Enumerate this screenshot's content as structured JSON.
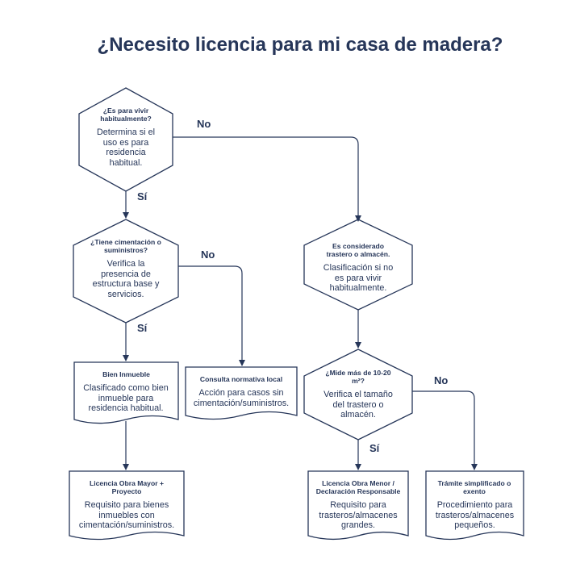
{
  "title": "¿Necesito licencia para mi casa de madera?",
  "nodes": {
    "q_habitual": {
      "title": "¿Es para vivir habitualmente?",
      "desc": "Determina si el uso es para residencia habitual."
    },
    "q_cimentacion": {
      "title": "¿Tiene cimentación o suministros?",
      "desc": "Verifica la presencia de estructura base y servicios."
    },
    "bien_inmueble": {
      "title": "Bien Inmueble",
      "desc": "Clasificado como bien inmueble para residencia habitual."
    },
    "consulta": {
      "title": "Consulta normativa local",
      "desc": "Acción para casos sin cimentación/suministros."
    },
    "obra_mayor": {
      "title": "Licencia Obra Mayor + Proyecto",
      "desc": "Requisito para bienes inmuebles con cimentación/suministros."
    },
    "trastero": {
      "title": "Es considerado trastero o almacén.",
      "desc": "Clasificación si no es para vivir habitualmente."
    },
    "q_metros": {
      "title": "¿Mide más de 10-20 m²?",
      "desc": "Verifica el tamaño del trastero o almacén."
    },
    "obra_menor": {
      "title": "Licencia Obra Menor / Declaración Responsable",
      "desc": "Requisito para trasteros/almacenes grandes."
    },
    "simplificado": {
      "title": "Trámite simplificado o exento",
      "desc": "Procedimiento para trasteros/almacenes pequeños."
    }
  },
  "edges": {
    "habitual_no": "No",
    "habitual_si": "Sí",
    "cimentacion_no": "No",
    "cimentacion_si": "Sí",
    "metros_no": "No",
    "metros_si": "Sí"
  },
  "colors": {
    "stroke": "#263659",
    "text": "#263659",
    "background": "#ffffff"
  }
}
